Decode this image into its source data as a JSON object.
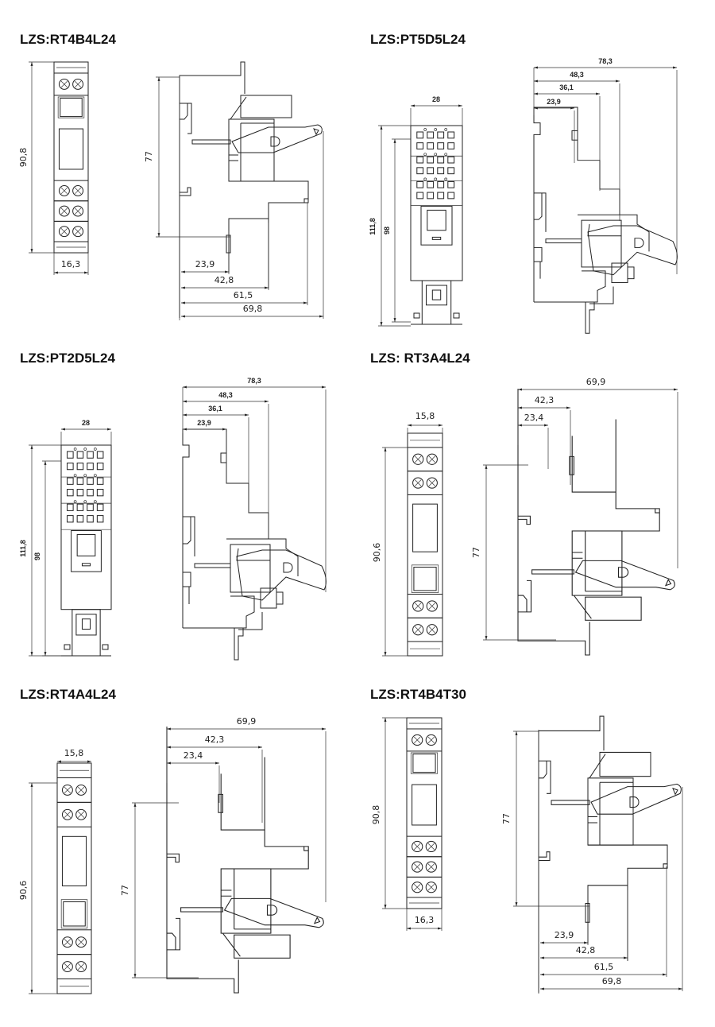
{
  "panels": [
    {
      "title": "LZS:RT4B4L24",
      "front": {
        "height": "90,8",
        "width": "16,3"
      },
      "side": {
        "height": "77",
        "dims": [
          "23,9",
          "42,8",
          "61,5",
          "69,8"
        ]
      }
    },
    {
      "title": "LZS:PT5D5L24",
      "front": {
        "width": "28",
        "height_total": "111,8",
        "height_body": "98"
      },
      "side": {
        "dims": [
          "78,3",
          "48,3",
          "36,1",
          "23,9"
        ]
      }
    },
    {
      "title": "LZS:PT2D5L24",
      "front": {
        "width": "28",
        "height_total": "111,8",
        "height_body": "98"
      },
      "side": {
        "dims": [
          "78,3",
          "48,3",
          "36,1",
          "23,9"
        ]
      }
    },
    {
      "title": "LZS: RT3A4L24",
      "front": {
        "width": "15,8",
        "height": "90,6"
      },
      "side": {
        "height": "77",
        "dims": [
          "69,9",
          "42,3",
          "23,4"
        ]
      }
    },
    {
      "title": "LZS:RT4A4L24",
      "front": {
        "width": "15,8",
        "height": "90,6"
      },
      "side": {
        "height": "77",
        "dims": [
          "69,9",
          "42,3",
          "23,4"
        ]
      }
    },
    {
      "title": "LZS:RT4B4T30",
      "front": {
        "height": "90,8",
        "width": "16,3"
      },
      "side": {
        "height": "77",
        "dims": [
          "23,9",
          "42,8",
          "61,5",
          "69,8"
        ]
      }
    }
  ]
}
